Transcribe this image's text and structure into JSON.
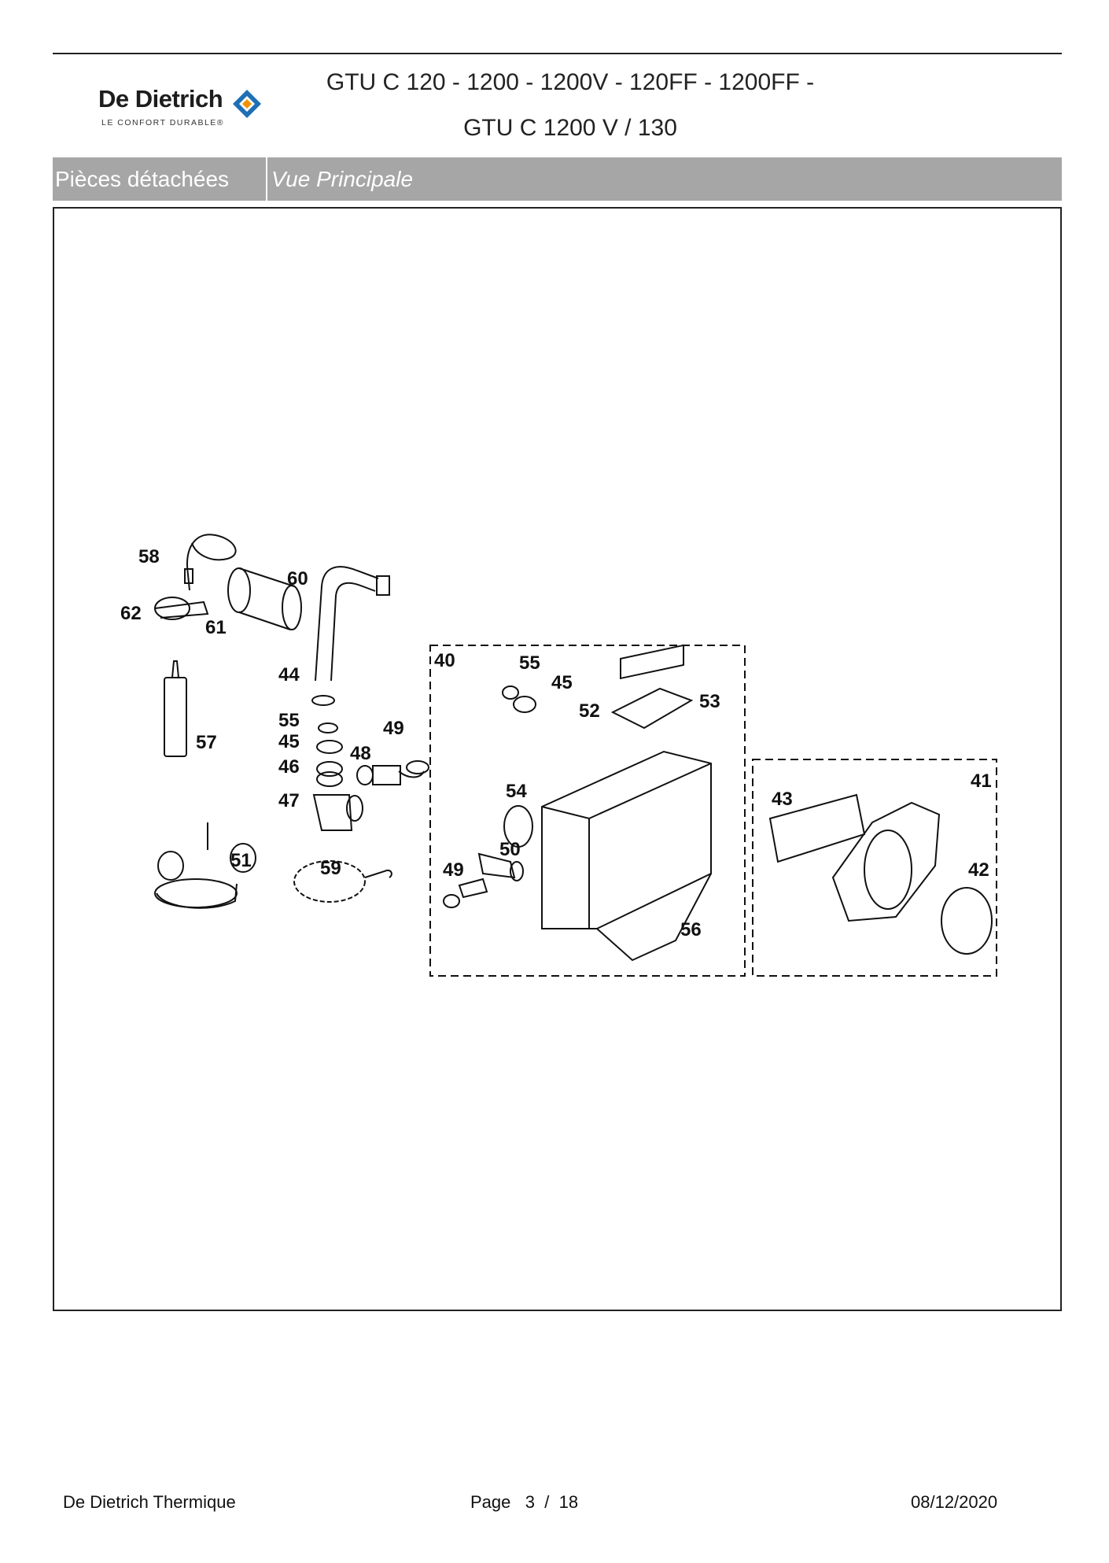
{
  "header": {
    "brand": "De Dietrich",
    "tagline": "LE CONFORT DURABLE®",
    "title_line1": "GTU C 120 - 1200 - 1200V - 120FF - 1200FF -",
    "title_line2": "GTU C 1200 V / 130"
  },
  "band": {
    "section": "Pièces détachées",
    "view": "Vue Principale"
  },
  "diagram": {
    "labels": [
      "58",
      "60",
      "62",
      "61",
      "44",
      "57",
      "55",
      "45",
      "46",
      "48",
      "49",
      "47",
      "51",
      "59",
      "40",
      "55",
      "45",
      "52",
      "53",
      "54",
      "50",
      "49",
      "56",
      "41",
      "43",
      "42"
    ]
  },
  "footer": {
    "company": "De Dietrich Thermique",
    "page_label": "Page",
    "page_current": "3",
    "page_sep": "/",
    "page_total": "18",
    "date": "08/12/2020"
  },
  "colors": {
    "band": "#a6a6a6",
    "logo_blue": "#1f6fb5",
    "logo_orange": "#f39200"
  }
}
